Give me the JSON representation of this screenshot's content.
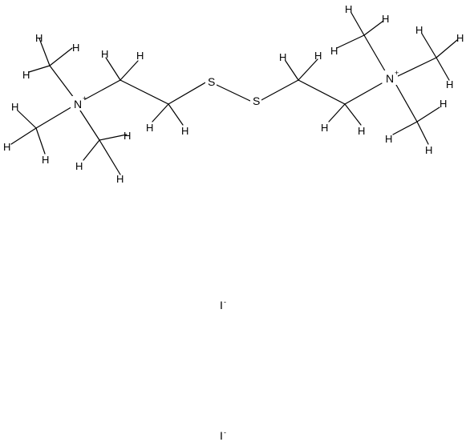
{
  "molecule": {
    "atoms": {
      "n_left": {
        "element": "N",
        "charge": "+"
      },
      "n_right": {
        "element": "N",
        "charge": "+"
      },
      "s_left": {
        "element": "S"
      },
      "s_right": {
        "element": "S"
      },
      "h": "H"
    },
    "counterions": [
      {
        "symbol": "I",
        "charge": "-"
      },
      {
        "symbol": "I",
        "charge": "-"
      }
    ]
  }
}
